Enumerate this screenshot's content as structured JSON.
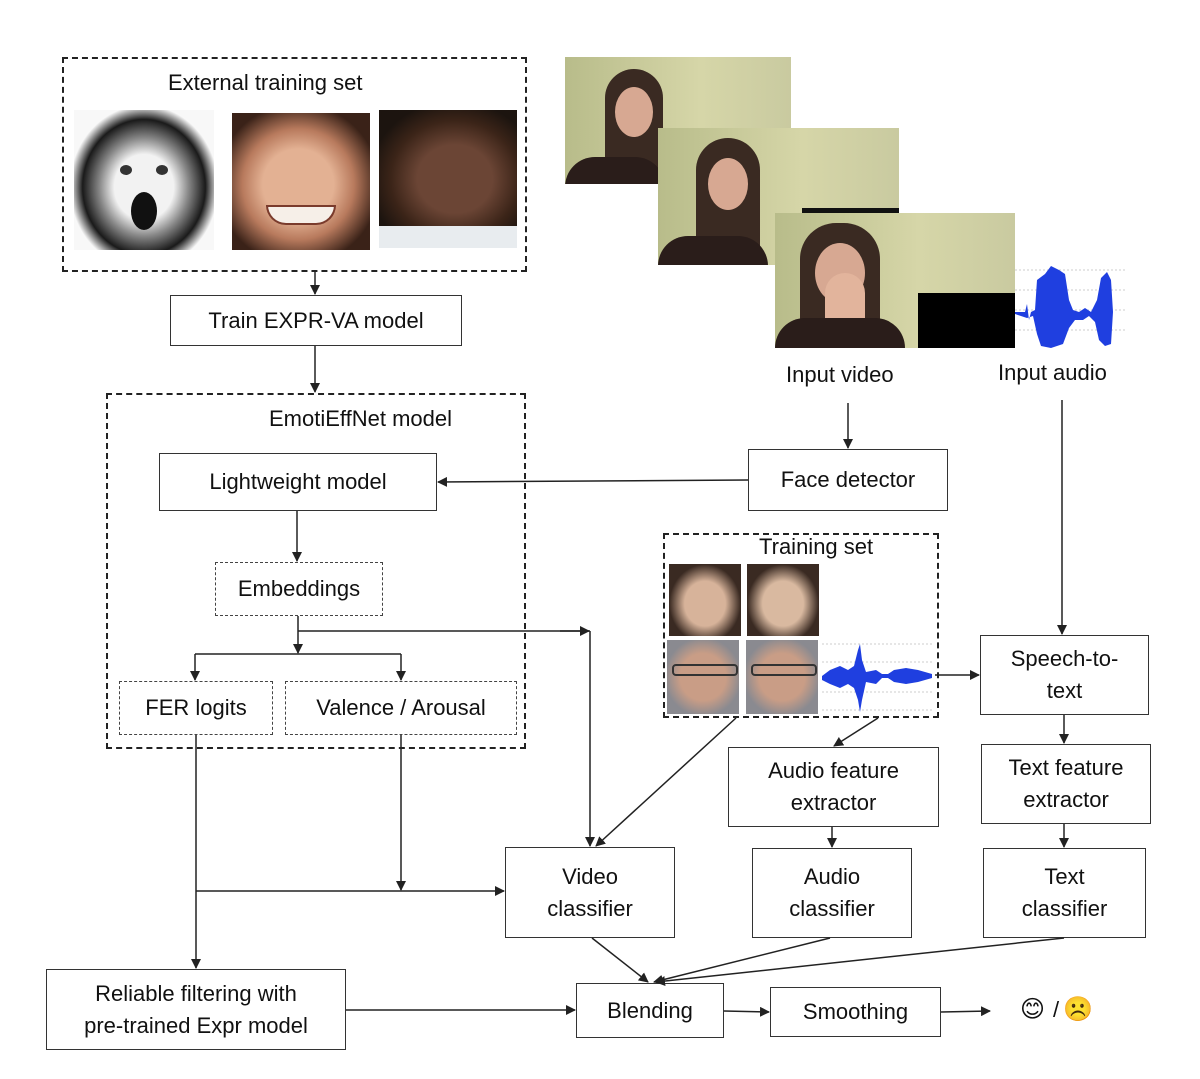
{
  "diagram": {
    "external_training_set": {
      "title": "External training set",
      "images": [
        "surprised-face",
        "happy-face",
        "angry-face"
      ]
    },
    "train_model": "Train EXPR-VA model",
    "emotieffnet": {
      "title": "EmotiEffNet model",
      "lightweight_model": "Lightweight model",
      "embeddings": "Embeddings",
      "fer_logits": "FER logits",
      "valence_arousal": "Valence / Arousal"
    },
    "input_video": {
      "label": "Input video",
      "frames": [
        "frame-1",
        "frame-2",
        "frame-3"
      ]
    },
    "input_audio": {
      "label": "Input audio"
    },
    "face_detector": "Face detector",
    "training_set": {
      "title": "Training set",
      "images": [
        "face-1",
        "face-2",
        "face-3",
        "face-4"
      ],
      "waveform": "audio-waveform"
    },
    "speech_to_text": [
      "Speech-to-",
      "text"
    ],
    "audio_feature_extractor": [
      "Audio feature",
      "extractor"
    ],
    "text_feature_extractor": [
      "Text feature",
      "extractor"
    ],
    "video_classifier": [
      "Video",
      "classifier"
    ],
    "audio_classifier": [
      "Audio",
      "classifier"
    ],
    "text_classifier": [
      "Text",
      "classifier"
    ],
    "reliable_filtering": [
      "Reliable filtering with",
      "pre-trained Expr model"
    ],
    "blending": "Blending",
    "smoothing": "Smoothing",
    "output": {
      "happy": "😊",
      "separator": "/",
      "sad": "☹️"
    }
  },
  "colors": {
    "waveform": "#1f3fe0",
    "video_bg": "#cfd0a0",
    "stroke": "#222222"
  }
}
